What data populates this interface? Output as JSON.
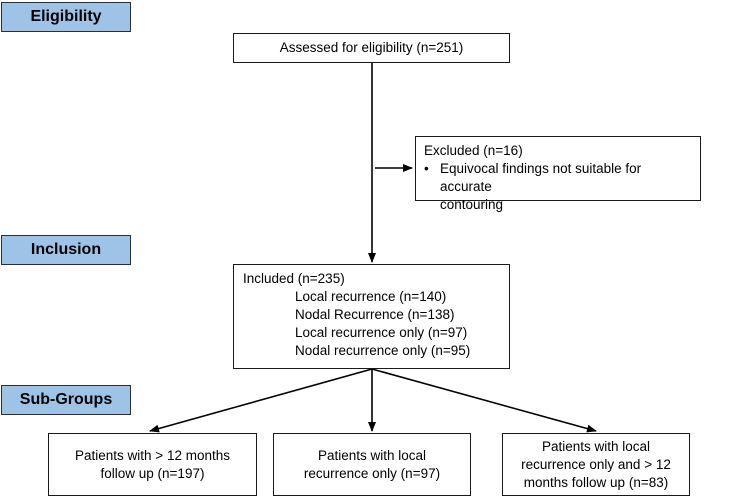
{
  "stages": {
    "eligibility": "Eligibility",
    "inclusion": "Inclusion",
    "subgroups": "Sub-Groups"
  },
  "assessed": {
    "text": "Assessed for eligibility (n=251)"
  },
  "excluded": {
    "title": "Excluded (n=16)",
    "bullet": "•",
    "reason_line1": "Equivocal findings not suitable for accurate",
    "reason_line2": "contouring"
  },
  "included": {
    "title": "Included (n=235)",
    "items": [
      "Local recurrence (n=140)",
      "Nodal Recurrence (n=138)",
      "Local recurrence only (n=97)",
      "Nodal recurrence only (n=95)"
    ]
  },
  "subgroups": [
    {
      "line1": "Patients with > 12 months",
      "line2": "follow up (n=197)"
    },
    {
      "line1": "Patients with local",
      "line2": "recurrence only (n=97)"
    },
    {
      "line1": "Patients with local",
      "line2": "recurrence only and > 12",
      "line3": "months follow up (n=83)"
    }
  ]
}
